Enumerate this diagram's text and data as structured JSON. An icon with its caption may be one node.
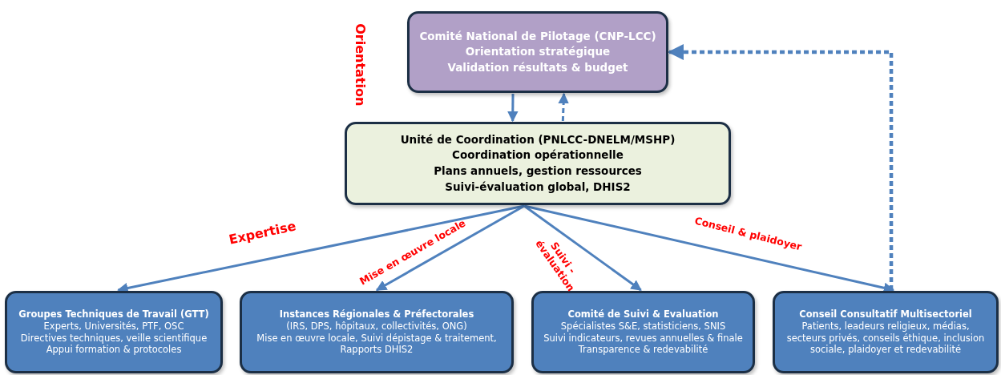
{
  "diagram": {
    "nodes": [
      {
        "text": [
          "Comité National de Pilotage (CNP-LCC)",
          "Orientation stratégique",
          "Validation résultats & budget"
        ]
      },
      {
        "text": [
          "Unité de Coordination (PNLCC-DNELM/MSHP)",
          "Coordination opérationnelle",
          "Plans annuels, gestion ressources",
          "Suivi-évaluation global, DHIS2"
        ]
      },
      {
        "text": [
          "Groupes Techniques de Travail (GTT)",
          "Experts, Universités, PTF, OSC",
          "Directives techniques, veille scientifique",
          "Appui formation & protocoles"
        ]
      },
      {
        "text": [
          "Instances Régionales & Préfectorales",
          "(IRS, DPS, hôpitaux, collectivités, ONG)",
          "Mise en œuvre locale, Suivi dépistage & traitement, Rapports DHIS2"
        ]
      },
      {
        "text": [
          "Comité de Suivi & Evaluation",
          "Spécialistes S&E, statisticiens, SNIS",
          "Suivi indicateurs, revues annuelles & finale Transparence & redevabilité"
        ]
      },
      {
        "text": [
          "Conseil Consultatif Multisectoriel",
          "Patients, leadeurs religieux, médias, secteurs privés, conseils éthique, inclusion sociale, plaidoyer et redevabilité"
        ]
      }
    ],
    "edges": [
      {
        "from": 0,
        "to": 1,
        "arrow": "to"
      },
      {
        "from": 1,
        "to": 0,
        "arrow": "to",
        "style": "dashed"
      },
      {
        "from": 1,
        "to": 2,
        "arrow": "to",
        "label": "Expertise"
      },
      {
        "from": 1,
        "to": 3,
        "arrow": "to",
        "label": "Mise en œuvre locale"
      },
      {
        "from": 1,
        "to": 4,
        "arrow": "to",
        "label": "Suivi - évaluation"
      },
      {
        "from": 1,
        "to": 5,
        "arrow": "to",
        "label": "Conseil & plaidoyer"
      },
      {
        "from": 5,
        "to": 0,
        "arrow": "to",
        "style": "dashed"
      }
    ],
    "labels": [
      "Orientation"
    ]
  }
}
